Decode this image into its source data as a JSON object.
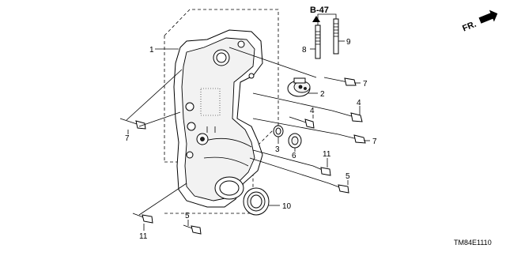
{
  "diagram": {
    "ref_label": "B-47",
    "direction_label": "FR.",
    "drawing_code": "TM84E1110",
    "callouts": [
      {
        "id": "c1",
        "text": "1"
      },
      {
        "id": "c2",
        "text": "2"
      },
      {
        "id": "c3",
        "text": "3"
      },
      {
        "id": "c4a",
        "text": "4"
      },
      {
        "id": "c4b",
        "text": "4"
      },
      {
        "id": "c5a",
        "text": "5"
      },
      {
        "id": "c5b",
        "text": "5"
      },
      {
        "id": "c6",
        "text": "6"
      },
      {
        "id": "c7a",
        "text": "7"
      },
      {
        "id": "c7b",
        "text": "7"
      },
      {
        "id": "c7c",
        "text": "7"
      },
      {
        "id": "c8",
        "text": "8"
      },
      {
        "id": "c9",
        "text": "9"
      },
      {
        "id": "c10",
        "text": "10"
      },
      {
        "id": "c11a",
        "text": "11"
      },
      {
        "id": "c11b",
        "text": "11"
      }
    ]
  }
}
